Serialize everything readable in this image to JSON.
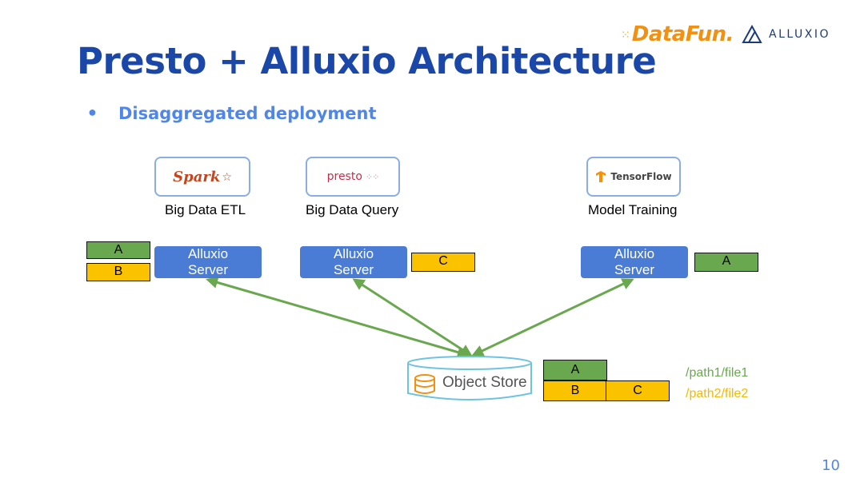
{
  "title": "Presto + Alluxio Architecture",
  "bullet": "Disaggregated deployment",
  "brand": {
    "datafun": "DataFun.",
    "alluxio": "ALLUXIO"
  },
  "apps": [
    {
      "logo": "Spark",
      "caption": "Big Data ETL"
    },
    {
      "logo": "presto",
      "caption": "Big Data Query"
    },
    {
      "logo": "TensorFlow",
      "caption": "Model Training"
    }
  ],
  "server": {
    "line1": "Alluxio",
    "line2": "Server"
  },
  "caches": {
    "left": [
      "A",
      "B"
    ],
    "middle": [
      "C"
    ],
    "right": [
      "A"
    ]
  },
  "object_store": {
    "label": "Object Store",
    "blocks": [
      "A",
      "B",
      "C"
    ]
  },
  "paths": [
    "/path1/file1",
    "/path2/file2"
  ],
  "colors": {
    "title": "#1a47a8",
    "accent": "#4f86e8",
    "server": "#4a7cd6",
    "arrow": "#6aa84f",
    "block_green": "#6aa84f",
    "block_yellow": "#fbc200",
    "path1": "#6aa84f",
    "path2": "#f5b800"
  },
  "page_number": "10"
}
